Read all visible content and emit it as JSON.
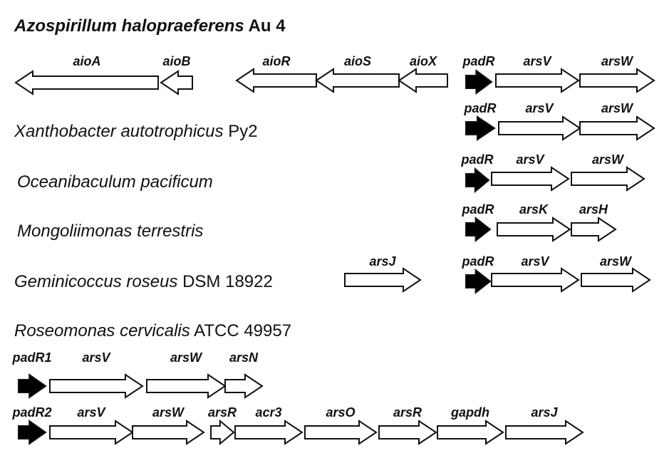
{
  "organisms": [
    {
      "italic": "Azospirillum halopraeferens",
      "strain": "Au 4",
      "bold": true
    },
    {
      "italic": "Xanthobacter autotrophicus",
      "strain": "Py2"
    },
    {
      "italic": "Oceanibaculum pacificum",
      "strain": ""
    },
    {
      "italic": "Mongoliimonas terrestris",
      "strain": ""
    },
    {
      "italic": "Geminicoccus roseus",
      "strain": "DSM 18922"
    },
    {
      "italic": "Roseomonas cervicalis",
      "strain": "ATCC 49957"
    }
  ],
  "clusters": [
    {
      "organism": 0,
      "genes": [
        {
          "name": "aioA",
          "strand": "-",
          "color": "#ffffff"
        },
        {
          "name": "aioB",
          "strand": "-",
          "color": "#ffffff"
        },
        {
          "name": "aioR",
          "strand": "-",
          "color": "#ffffff"
        },
        {
          "name": "aioS",
          "strand": "-",
          "color": "#ffffff"
        },
        {
          "name": "aioX",
          "strand": "-",
          "color": "#ffffff"
        },
        {
          "name": "padR",
          "strand": "+",
          "color": "#000000"
        },
        {
          "name": "arsV",
          "strand": "+",
          "color": "#ffffff"
        },
        {
          "name": "arsW",
          "strand": "+",
          "color": "#ffffff"
        }
      ]
    },
    {
      "organism": 1,
      "genes": [
        {
          "name": "padR",
          "strand": "+",
          "color": "#000000"
        },
        {
          "name": "arsV",
          "strand": "+",
          "color": "#ffffff"
        },
        {
          "name": "arsW",
          "strand": "+",
          "color": "#ffffff"
        }
      ]
    },
    {
      "organism": 2,
      "genes": [
        {
          "name": "padR",
          "strand": "+",
          "color": "#000000"
        },
        {
          "name": "arsV",
          "strand": "+",
          "color": "#ffffff"
        },
        {
          "name": "arsW",
          "strand": "+",
          "color": "#ffffff"
        }
      ]
    },
    {
      "organism": 3,
      "genes": [
        {
          "name": "padR",
          "strand": "+",
          "color": "#000000"
        },
        {
          "name": "arsK",
          "strand": "+",
          "color": "#ffffff"
        },
        {
          "name": "arsH",
          "strand": "+",
          "color": "#ffffff"
        }
      ]
    },
    {
      "organism": 4,
      "genes": [
        {
          "name": "arsJ",
          "strand": "+",
          "color": "#ffffff"
        },
        {
          "name": "padR",
          "strand": "+",
          "color": "#000000"
        },
        {
          "name": "arsV",
          "strand": "+",
          "color": "#ffffff"
        },
        {
          "name": "arsW",
          "strand": "+",
          "color": "#ffffff"
        }
      ]
    },
    {
      "organism": 5,
      "genes": [
        {
          "name": "padR1",
          "strand": "+",
          "color": "#000000"
        },
        {
          "name": "arsV",
          "strand": "+",
          "color": "#ffffff"
        },
        {
          "name": "arsW",
          "strand": "+",
          "color": "#ffffff"
        },
        {
          "name": "arsN",
          "strand": "+",
          "color": "#ffffff"
        }
      ]
    },
    {
      "organism": 5,
      "genes": [
        {
          "name": "padR2",
          "strand": "+",
          "color": "#000000"
        },
        {
          "name": "arsV",
          "strand": "+",
          "color": "#ffffff"
        },
        {
          "name": "arsW",
          "strand": "+",
          "color": "#ffffff"
        },
        {
          "name": "arsR",
          "strand": "+",
          "color": "#ffffff"
        },
        {
          "name": "acr3",
          "strand": "+",
          "color": "#ffffff"
        },
        {
          "name": "arsO",
          "strand": "+",
          "color": "#ffffff"
        },
        {
          "name": "arsR",
          "strand": "+",
          "color": "#ffffff"
        },
        {
          "name": "gapdh",
          "strand": "+",
          "color": "#ffffff"
        },
        {
          "name": "arsJ",
          "strand": "+",
          "color": "#ffffff"
        }
      ]
    }
  ]
}
